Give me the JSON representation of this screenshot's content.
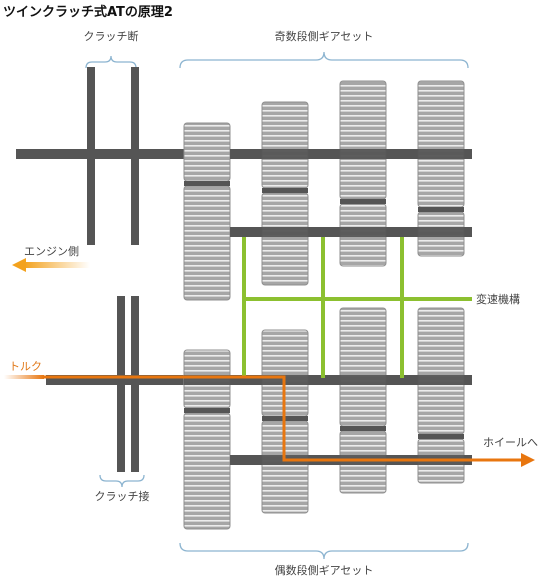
{
  "title": "ツインクラッチ式ATの原理2",
  "labels": {
    "clutch_disengaged": "クラッチ断",
    "odd_gearset": "奇数段側ギアセット",
    "engine_side": "エンジン側",
    "shift_mechanism": "変速機構",
    "torque": "トルク",
    "to_wheels": "ホイールへ",
    "clutch_engaged": "クラッチ接",
    "even_gearset": "偶数段側ギアセット"
  },
  "colors": {
    "shaft": "#555555",
    "gear_fill": "#a8a8a8",
    "gear_stripe": "#e4e4e4",
    "shift_green": "#8cc030",
    "torque_orange": "#e8760f",
    "bracket": "#8cb4d0"
  }
}
